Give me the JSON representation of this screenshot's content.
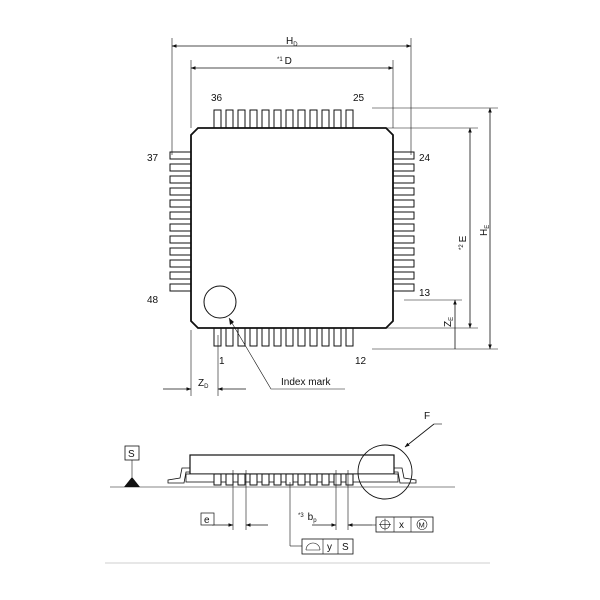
{
  "dims": {
    "hd": "H",
    "hd_sub": "D",
    "d_prefix": "*1",
    "d": "D",
    "e_prefix": "*2",
    "e": "E",
    "he": "H",
    "he_sub": "E",
    "ze": "Z",
    "ze_sub": "E",
    "zd": "Z",
    "zd_sub": "D"
  },
  "pins": {
    "p1": "1",
    "p12": "12",
    "p13": "13",
    "p24": "24",
    "p25": "25",
    "p36": "36",
    "p37": "37",
    "p48": "48"
  },
  "labels": {
    "index_mark": "Index mark",
    "detail": "F",
    "datum": "S",
    "pitch": "e",
    "bp_prefix": "*3",
    "bp": "b",
    "bp_sub": "p",
    "tol_x": "x",
    "tol_m": "M",
    "tol_y": "y",
    "tol_s": "S"
  }
}
